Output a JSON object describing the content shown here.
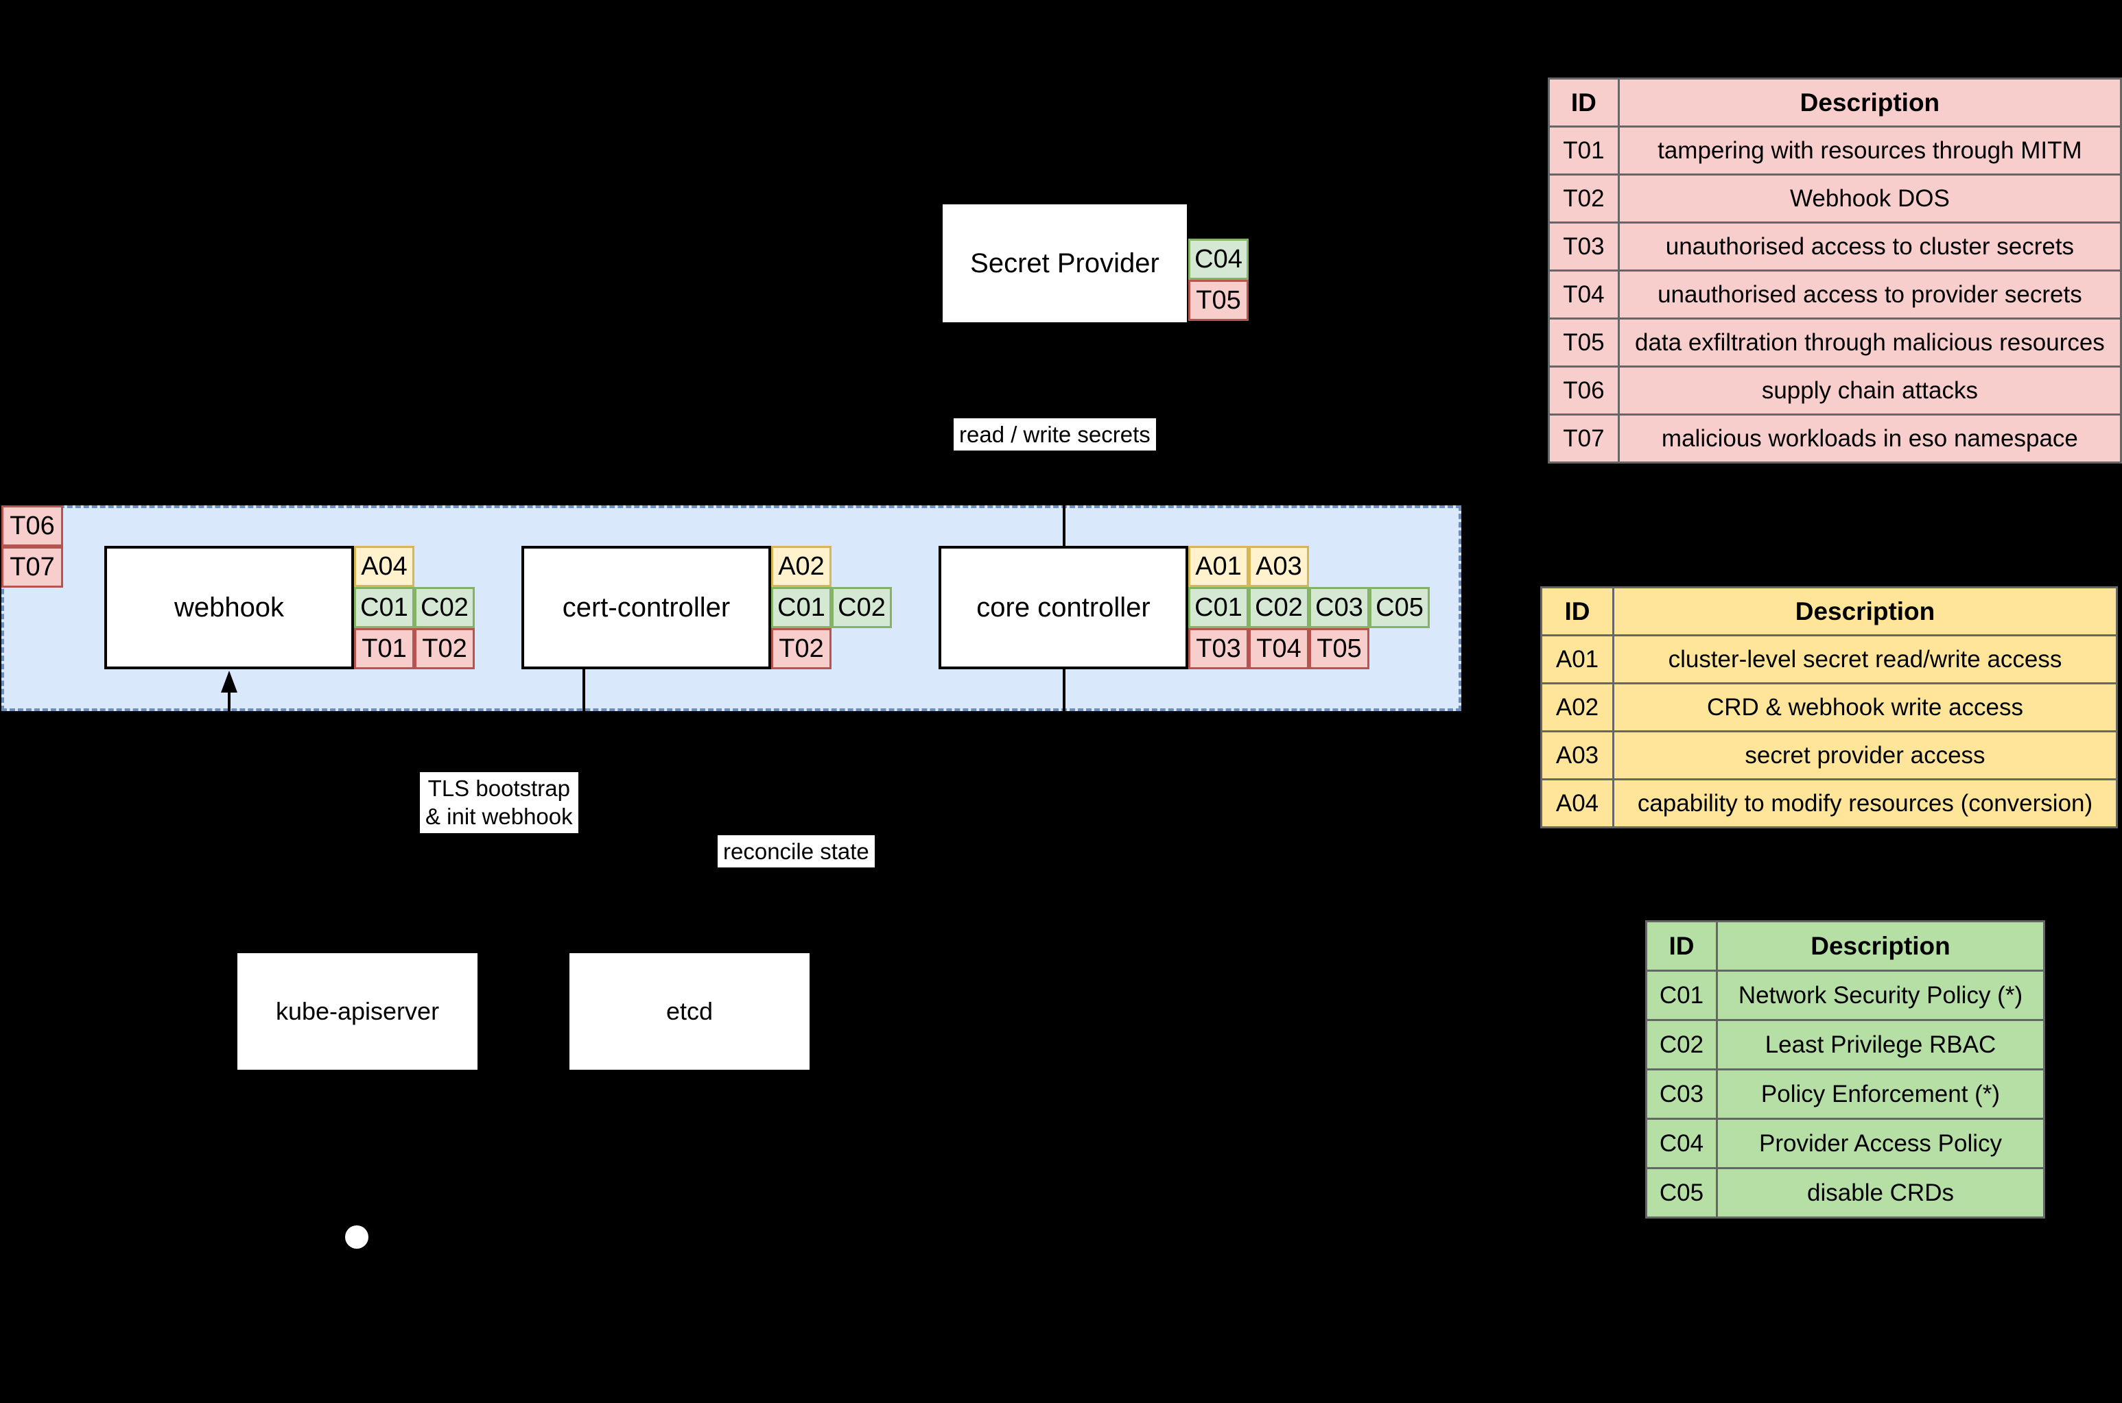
{
  "diagram": {
    "secret_provider": {
      "label": "Secret Provider",
      "access": [],
      "controls": [
        "C04"
      ],
      "threats": [
        "T05"
      ]
    },
    "region": {
      "access": [],
      "controls": [],
      "threats": [
        "T06",
        "T07"
      ]
    },
    "components": {
      "webhook": {
        "label": "webhook",
        "access": [
          "A04"
        ],
        "controls": [
          "C01",
          "C02"
        ],
        "threats": [
          "T01",
          "T02"
        ]
      },
      "cert_controller": {
        "label": "cert-controller",
        "access": [
          "A02"
        ],
        "controls": [
          "C01",
          "C02"
        ],
        "threats": [
          "T02"
        ]
      },
      "core_controller": {
        "label": "core controller",
        "access": [
          "A01",
          "A03"
        ],
        "controls": [
          "C01",
          "C02",
          "C03",
          "C05"
        ],
        "threats": [
          "T03",
          "T04",
          "T05"
        ]
      }
    },
    "infra": {
      "kube_apiserver": "kube-apiserver",
      "etcd": "etcd"
    },
    "edge_labels": {
      "read_write": "read / write secrets",
      "tls_bootstrap": [
        "TLS bootstrap",
        "& init webhook"
      ],
      "reconcile": "reconcile state"
    }
  },
  "tables": {
    "threats": {
      "headers": [
        "ID",
        "Description"
      ],
      "rows": [
        [
          "T01",
          "tampering with resources through MITM"
        ],
        [
          "T02",
          "Webhook DOS"
        ],
        [
          "T03",
          "unauthorised access to cluster secrets"
        ],
        [
          "T04",
          "unauthorised access to provider secrets"
        ],
        [
          "T05",
          "data exfiltration through malicious resources"
        ],
        [
          "T06",
          "supply chain attacks"
        ],
        [
          "T07",
          "malicious workloads in eso namespace"
        ]
      ]
    },
    "access": {
      "headers": [
        "ID",
        "Description"
      ],
      "rows": [
        [
          "A01",
          "cluster-level secret read/write access"
        ],
        [
          "A02",
          "CRD & webhook write access"
        ],
        [
          "A03",
          "secret provider access"
        ],
        [
          "A04",
          "capability to modify resources (conversion)"
        ]
      ]
    },
    "controls": {
      "headers": [
        "ID",
        "Description"
      ],
      "rows": [
        [
          "C01",
          "Network Security Policy (*)"
        ],
        [
          "C02",
          "Least Privilege RBAC"
        ],
        [
          "C03",
          "Policy Enforcement (*)"
        ],
        [
          "C04",
          "Provider Access Policy"
        ],
        [
          "C05",
          "disable CRDs"
        ]
      ]
    }
  },
  "colors": {
    "background": "#000000",
    "node_fill": "#ffffff",
    "line": "#000000",
    "region_fill": "#dae8fc",
    "region_border": "#6c8ebf",
    "threat_fill": "#f8cecc",
    "threat_border": "#b85450",
    "access_tag_fill": "#fff2cc",
    "access_table_fill": "#ffe599",
    "access_border": "#d6b656",
    "control_tag_fill": "#d5e8d4",
    "control_table_fill": "#b5dfa5",
    "control_border": "#82b366",
    "table_border": "#666666"
  }
}
